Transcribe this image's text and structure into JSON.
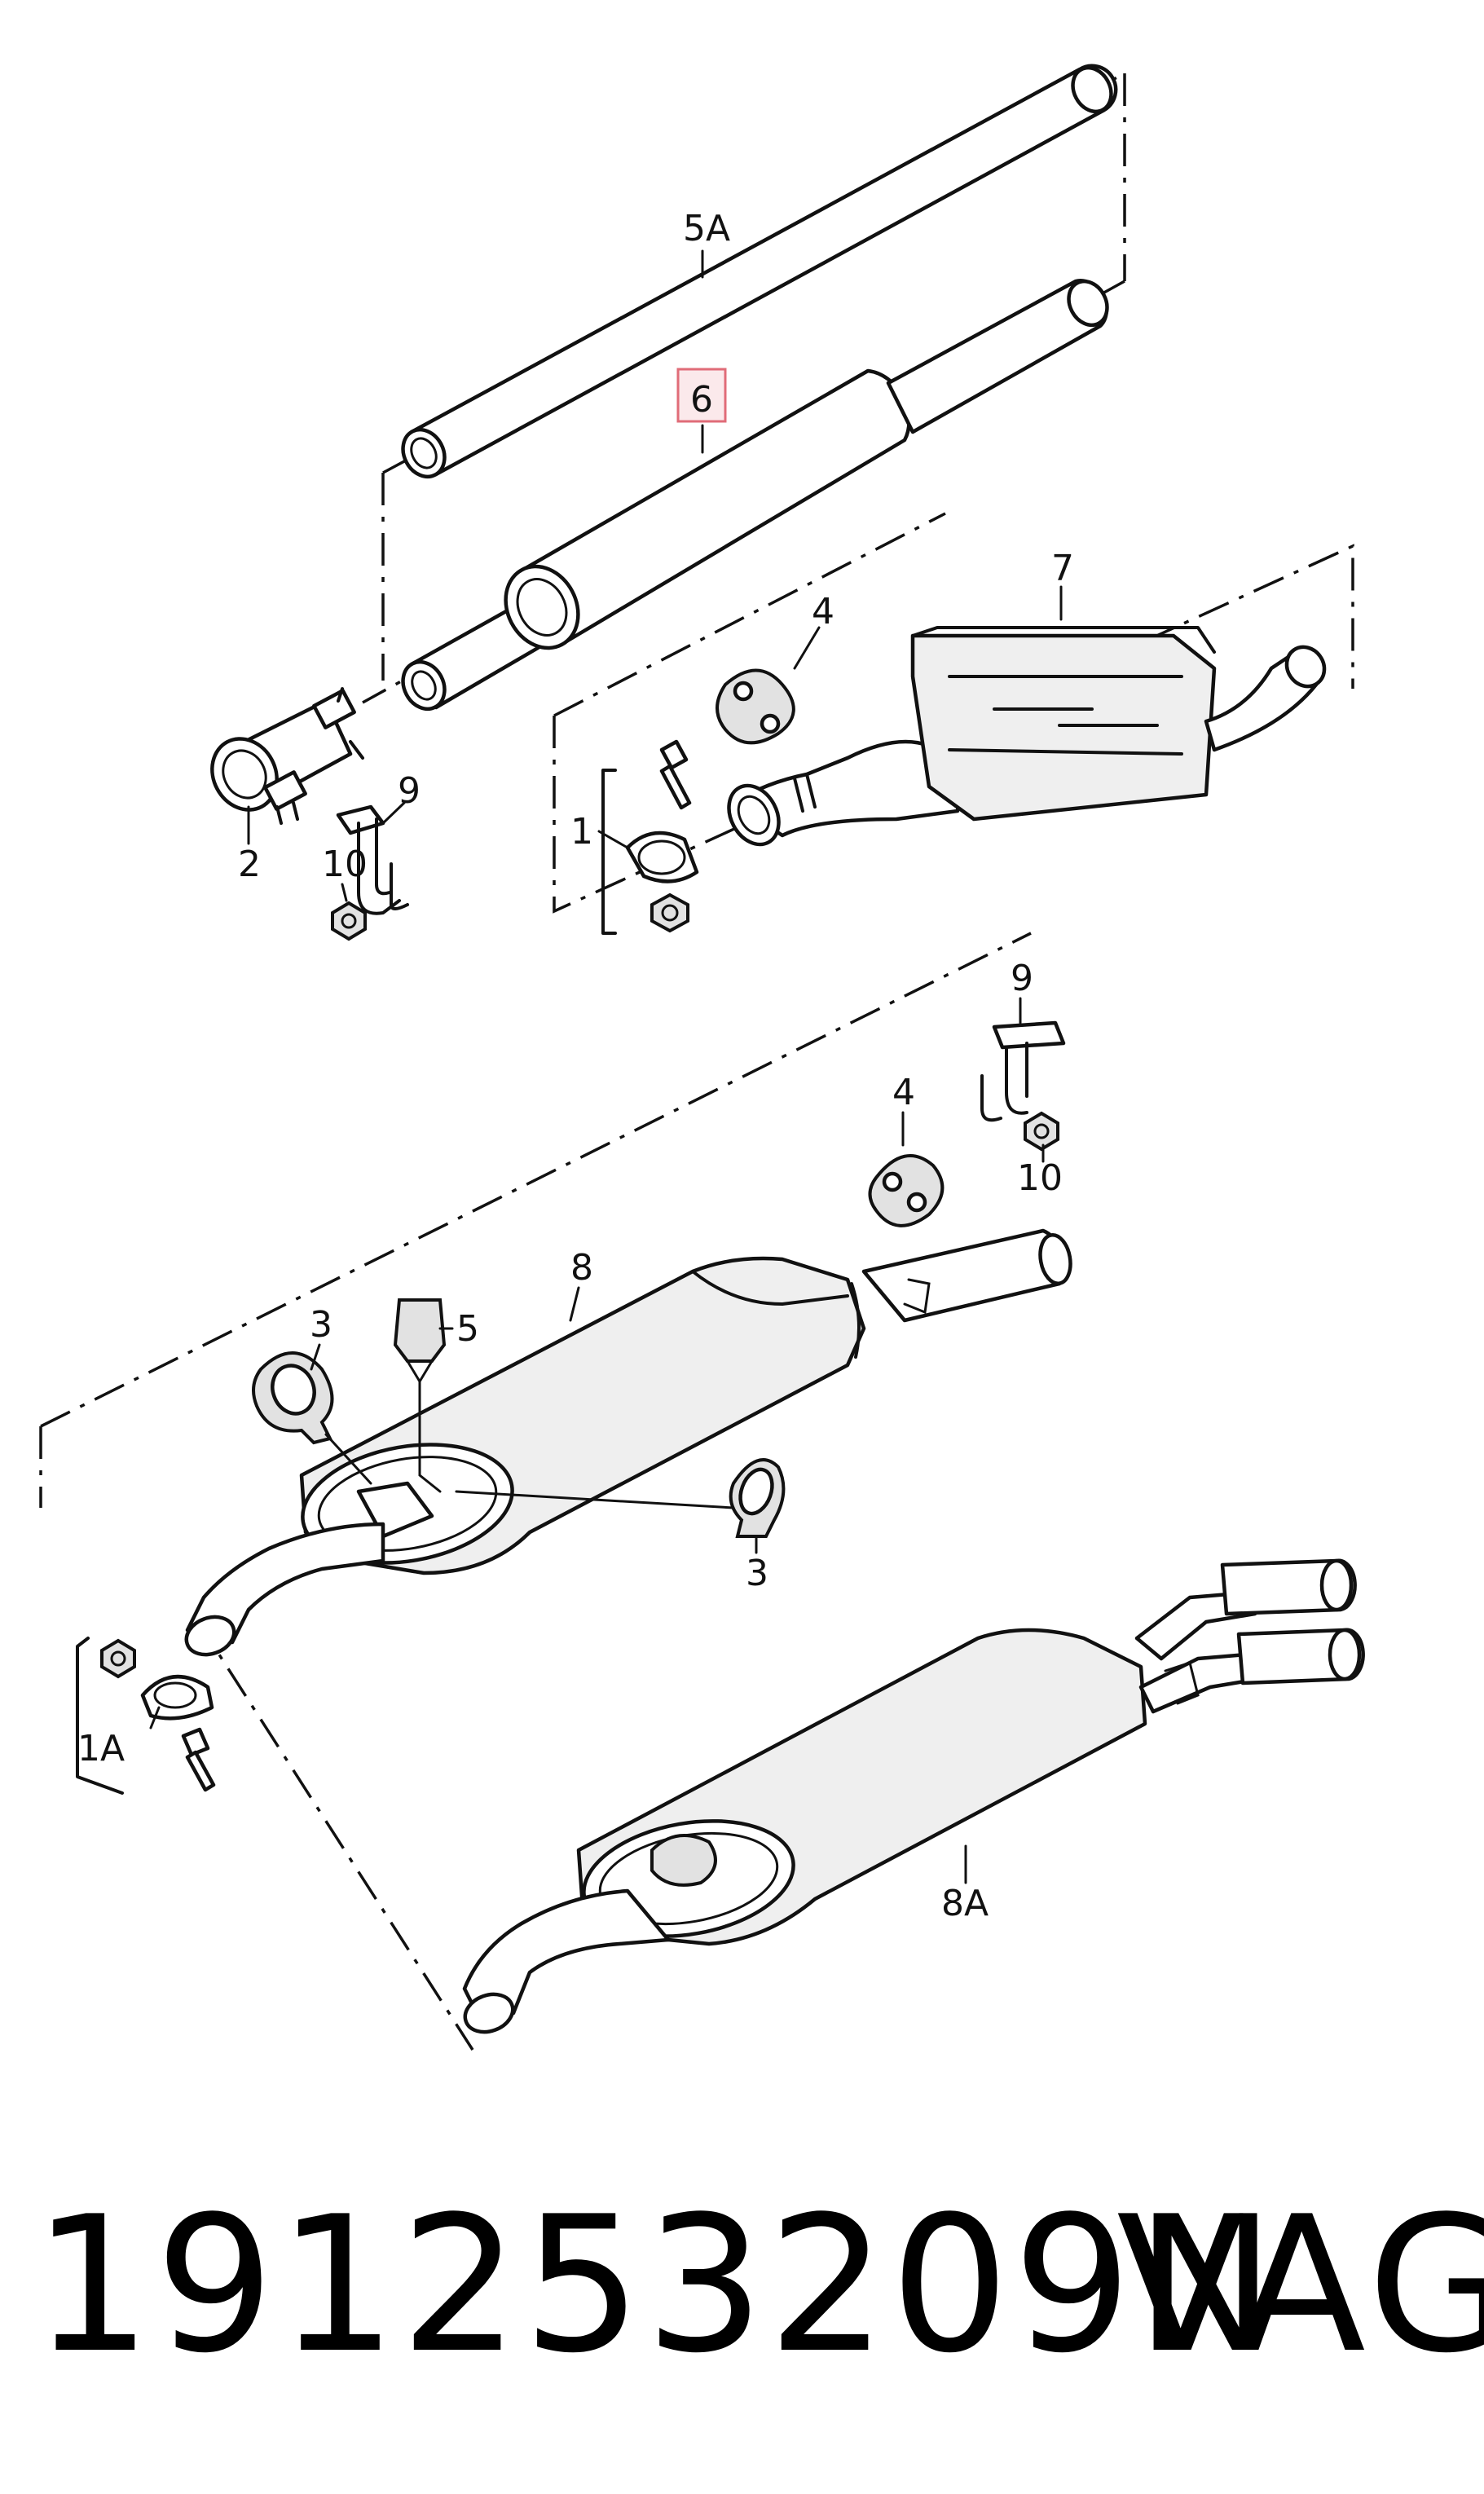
{
  "labels": {
    "l5A": "5A",
    "l6": "6",
    "l7": "7",
    "l4_top": "4",
    "l2": "2",
    "l9_top": "9",
    "l10_top": "10",
    "l1": "1",
    "l9_mid": "9",
    "l4_mid": "4",
    "l10_mid": "10",
    "l8": "8",
    "l3_left": "3",
    "l5": "5",
    "l3_right": "3",
    "l1A": "1A",
    "l8A": "8A"
  },
  "highlight": {
    "part": "6",
    "color": "#e06c78",
    "fill": "#fbe9eb"
  },
  "footer": {
    "part_number": "191253209N",
    "brand": "VAG"
  }
}
